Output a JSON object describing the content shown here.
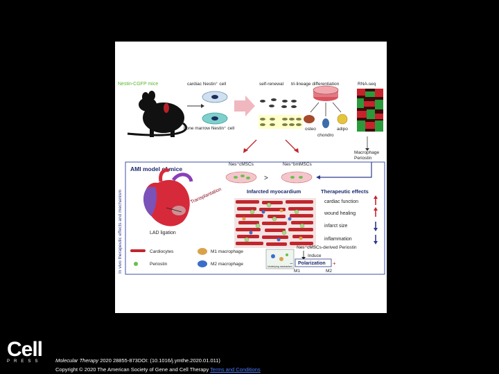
{
  "figure": {
    "source_label": "Nestin-CGFP mice",
    "cardiac_cell_label": "cardiac Nestin⁺ cell",
    "bm_cell_label": "bone marrow Nestin⁺ cell",
    "self_renewal_label": "self-renewal",
    "trilineage_label": "tri-lineage differentiation",
    "rnaseq_label": "RNA-seq",
    "osteo_label": "osteo",
    "chondro_label": "chondro",
    "adipo_label": "adipo",
    "macrophage_label": "Macrophage",
    "periostin_label": "Periostin",
    "side_label": "In vivo therapeutic effects and mechanism",
    "ami_title": "AMI model of mice",
    "ncmsc_label": "Nes⁺cMSCs",
    "nbmmsc_label": "Nes⁺bmMSCs",
    "compare_sign": ">",
    "transplantation_label": "Transplantation",
    "infarcted_label": "Infarcted myocardium",
    "therapeutic_title": "Therapeutic effects",
    "effects": [
      "cardiac function",
      "wound healing",
      "infarct size",
      "inflammation"
    ],
    "lad_label": "LAD ligation",
    "legend_cardiocytes": "Cardiocytes",
    "legend_m1": "M1 macrophage",
    "legend_periostin": "Periostin",
    "legend_m2": "M2 macrophage",
    "derived_label": "Nes⁺cMSCs-derived Periostin",
    "induce_label": "Induce",
    "mechanism_label": "Underlying mechanism",
    "polarization_label": "Polarization",
    "minus_sign": "−",
    "plus_sign": "+",
    "m1_label": "M1",
    "m2_label": "M2"
  },
  "logo": {
    "word": "Cell",
    "press": "PRESS"
  },
  "citation": {
    "journal": "Molecular Therapy",
    "ref": " 2020 28855-873DOI: (10.1016/j.ymthe.2020.01.011)",
    "copyright": "Copyright © 2020 The American Society of Gene and Cell Therapy ",
    "terms_link": "Terms and Conditions"
  },
  "colors": {
    "background": "#000000",
    "green_title": "#5ab52c",
    "navy_title": "#1a2a6c",
    "arrow_red": "#c0262c",
    "panel_border": "#3b4fa8",
    "link": "#4f7cff"
  }
}
